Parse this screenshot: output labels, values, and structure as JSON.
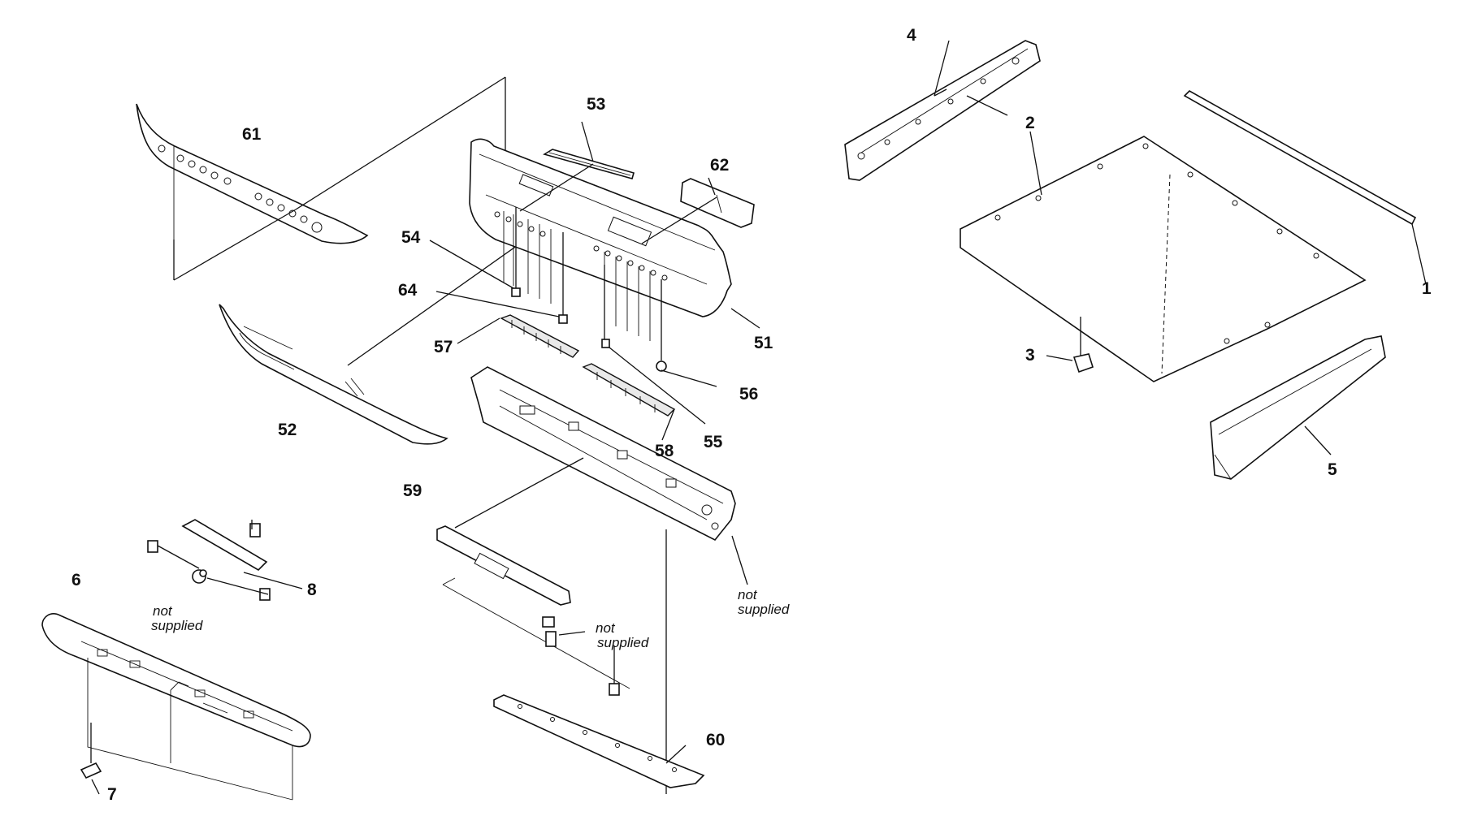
{
  "diagram": {
    "callouts": {
      "p1": "1",
      "p2": "2",
      "p3": "3",
      "p4": "4",
      "p5": "5",
      "p6": "6",
      "p7": "7",
      "p8": "8",
      "p51": "51",
      "p52": "52",
      "p53": "53",
      "p54": "54",
      "p55": "55",
      "p56": "56",
      "p57": "57",
      "p58": "58",
      "p59": "59",
      "p60": "60",
      "p61": "61",
      "p62": "62",
      "p64": "64"
    },
    "notes": {
      "not": "not",
      "supplied": "supplied"
    }
  }
}
